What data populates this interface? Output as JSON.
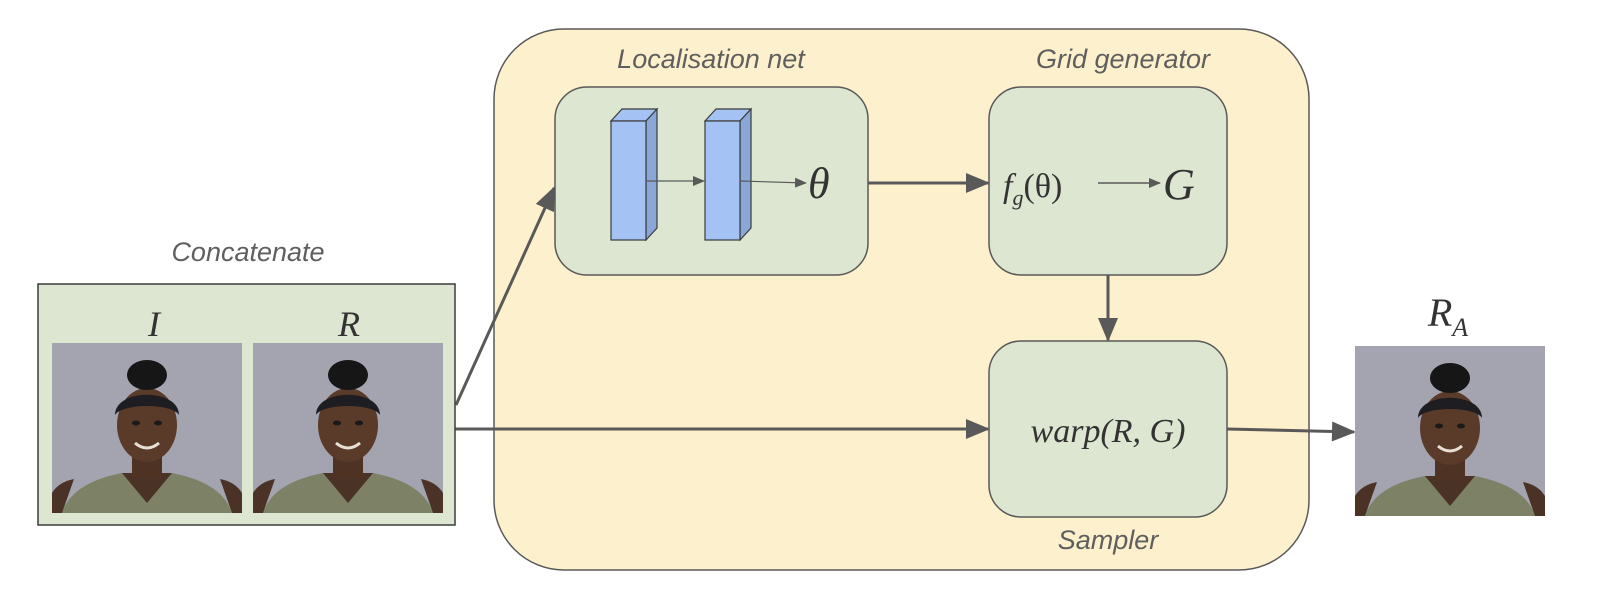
{
  "diagram": {
    "labels": {
      "concatenate": "Concatenate",
      "localisation_net": "Localisation net",
      "grid_generator": "Grid generator",
      "sampler": "Sampler"
    },
    "math": {
      "input_i": "I",
      "input_r": "R",
      "theta": "θ",
      "fg_f": "f",
      "fg_sub": "g",
      "fg_arg": "(θ)",
      "grid": "G",
      "warp": "warp(R, G)",
      "output_r": "R",
      "output_sub": "A"
    },
    "colors": {
      "outer_box": "#fdf0cc",
      "module_box": "#dce6d1",
      "layer_block": "#a4c2f4",
      "arrow": "#595959"
    },
    "icons": [
      "face-photo",
      "face-photo",
      "face-photo"
    ]
  }
}
